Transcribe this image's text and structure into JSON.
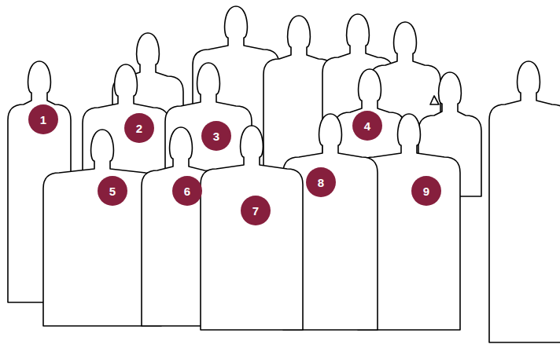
{
  "diagram": {
    "nodes": [
      {
        "text": [
          "1"
        ]
      },
      {
        "text": [
          "2"
        ]
      },
      {
        "text": [
          "3"
        ]
      },
      {
        "text": [
          "4"
        ]
      },
      {
        "text": [
          "5"
        ]
      },
      {
        "text": [
          "6"
        ]
      },
      {
        "text": [
          "7"
        ]
      },
      {
        "text": [
          "8"
        ]
      },
      {
        "text": [
          "9"
        ]
      }
    ]
  }
}
